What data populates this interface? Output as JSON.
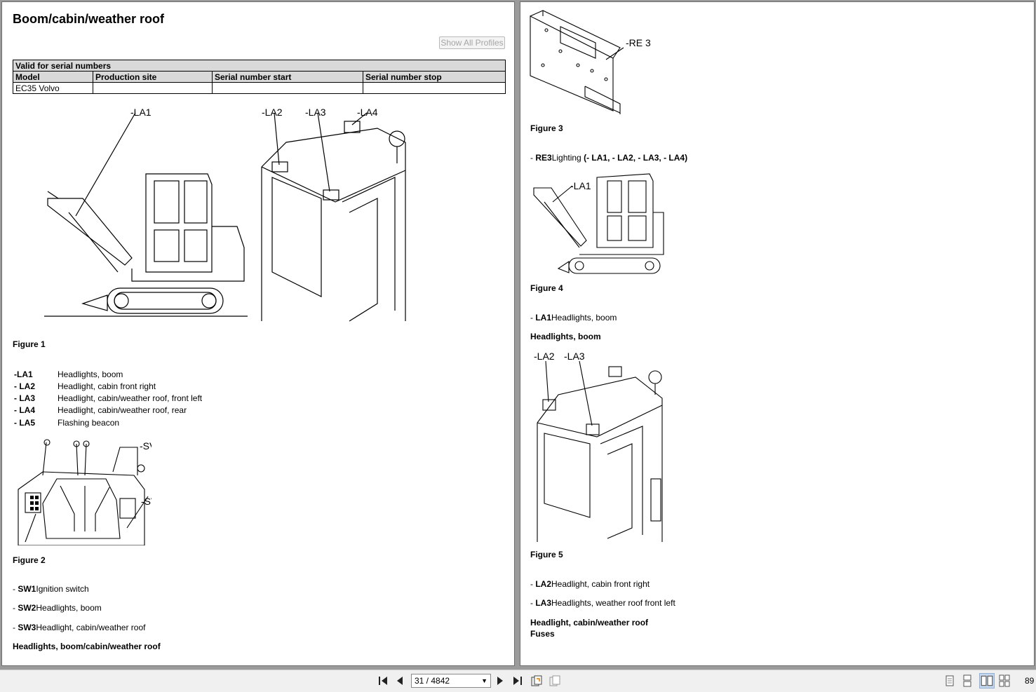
{
  "left_page": {
    "title": "Boom/cabin/weather roof",
    "show_all_profiles": "Show All Profiles",
    "serial_table": {
      "caption": "Valid for serial numbers",
      "headers": [
        "Model",
        "Production site",
        "Serial number start",
        "Serial number stop"
      ],
      "rows": [
        [
          "EC35 Volvo",
          "",
          "",
          ""
        ]
      ]
    },
    "figure1": {
      "callouts": [
        "-LA1",
        "-LA2",
        "-LA3",
        "-LA4"
      ],
      "label": "Figure 1"
    },
    "legend": [
      {
        "code": "-LA1",
        "desc": "Headlights, boom"
      },
      {
        "code": "- LA2",
        "desc": "Headlight, cabin front right"
      },
      {
        "code": "- LA3",
        "desc": "Headlight, cabin/weather roof, front left"
      },
      {
        "code": "- LA4",
        "desc": "Headlight, cabin/weather roof, rear"
      },
      {
        "code": "- LA5",
        "desc": "Flashing beacon"
      }
    ],
    "figure2": {
      "callouts": [
        "-SV",
        "-SV"
      ],
      "label": "Figure 2"
    },
    "switches": [
      {
        "code": "SW1",
        "desc": "Ignition switch"
      },
      {
        "code": "SW2",
        "desc": "Headlights, boom"
      },
      {
        "code": "SW3",
        "desc": "Headlight, cabin/weather roof"
      }
    ],
    "footer_heading": "Headlights, boom/cabin/weather roof"
  },
  "right_page": {
    "figure3": {
      "callout": "-RE 3",
      "label": "Figure 3"
    },
    "re3_line": {
      "code": "RE3",
      "text": "Lighting",
      "refs": "(- LA1, - LA2, - LA3, - LA4)"
    },
    "figure4": {
      "callout": "-LA1",
      "label": "Figure 4"
    },
    "la1_line": {
      "code": "LA1",
      "text": "Headlights, boom"
    },
    "heading_boom": "Headlights, boom",
    "figure5": {
      "callouts": [
        "-LA2",
        "-LA3"
      ],
      "label": "Figure 5"
    },
    "la2_line": {
      "code": "LA2",
      "text": "Headlight, cabin front right"
    },
    "la3_line": {
      "code": "LA3",
      "text": "Headlights, weather roof front left"
    },
    "heading_cabin": "Headlight, cabin/weather roof",
    "heading_fuses": "Fuses"
  },
  "toolbar": {
    "page_indicator": "31 / 4842",
    "zoom": "89",
    "icons": [
      "first-page-icon",
      "prev-page-icon",
      "next-page-icon",
      "last-page-icon",
      "fit-page-icon",
      "fit-width-icon",
      "single-page-icon",
      "continuous-page-icon",
      "two-page-icon",
      "two-page-continuous-icon"
    ]
  }
}
